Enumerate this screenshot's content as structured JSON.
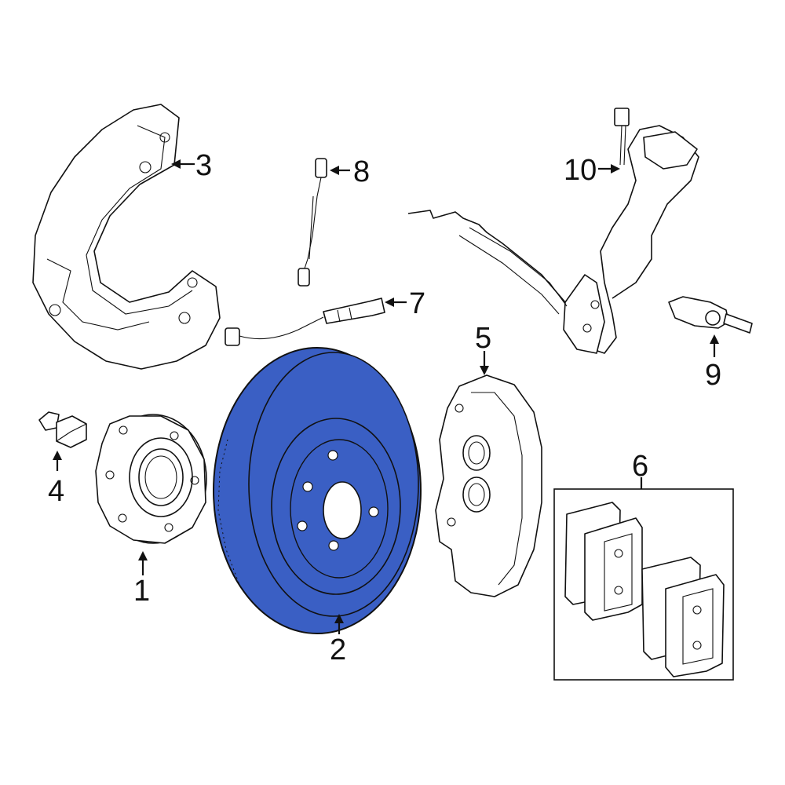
{
  "diagram": {
    "highlight_color": "#3a5fc4",
    "line_color": "#111111",
    "background": "#ffffff",
    "highlighted_part": "2",
    "parts": [
      {
        "id": "p1",
        "callout": "1",
        "icon": "wheel-hub-bearing"
      },
      {
        "id": "p2",
        "callout": "2",
        "icon": "brake-rotor"
      },
      {
        "id": "p3",
        "callout": "3",
        "icon": "splash-shield"
      },
      {
        "id": "p4",
        "callout": "4",
        "icon": "hub-bolt"
      },
      {
        "id": "p5",
        "callout": "5",
        "icon": "brake-caliper"
      },
      {
        "id": "p6",
        "callout": "6",
        "icon": "brake-pads"
      },
      {
        "id": "p7",
        "callout": "7",
        "icon": "wear-sensor"
      },
      {
        "id": "p8",
        "callout": "8",
        "icon": "wear-sensor-rear"
      },
      {
        "id": "p9",
        "callout": "9",
        "icon": "connector"
      },
      {
        "id": "p10",
        "callout": "10",
        "icon": "hose-bracket"
      }
    ]
  }
}
